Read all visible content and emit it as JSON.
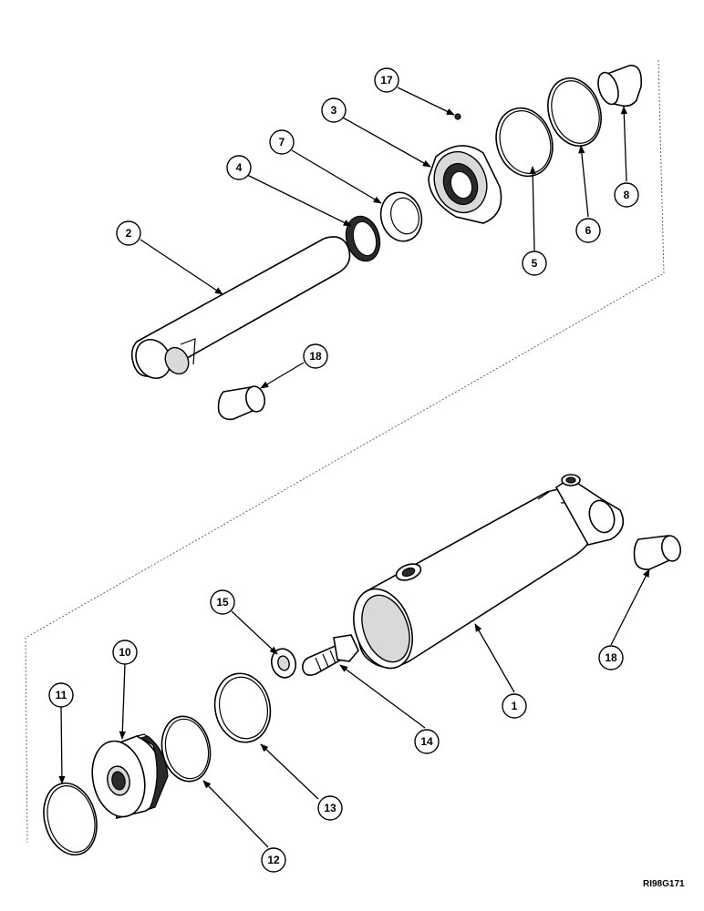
{
  "drawing_reference": "RI98G171",
  "callouts": {
    "c1": "1",
    "c2": "2",
    "c3": "3",
    "c4": "4",
    "c5": "5",
    "c6": "6",
    "c7": "7",
    "c8": "8",
    "c10": "10",
    "c11": "11",
    "c12": "12",
    "c13": "13",
    "c14": "14",
    "c15": "15",
    "c17": "17",
    "c18a": "18",
    "c18b": "18"
  }
}
